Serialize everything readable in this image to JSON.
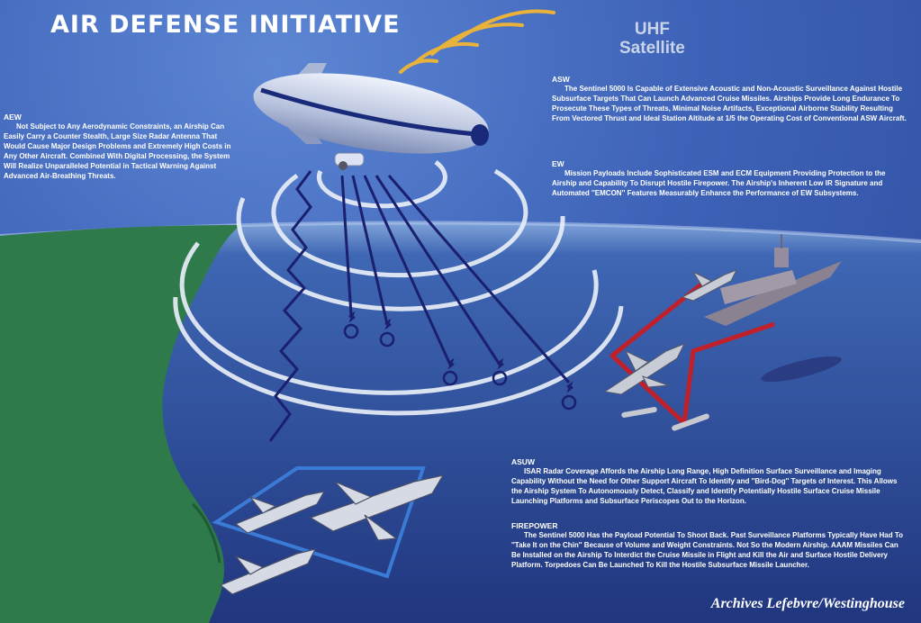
{
  "title": "AIR DEFENSE INITIATIVE",
  "satellite": {
    "line1": "UHF",
    "line2": "Satellite"
  },
  "sections": {
    "aew": {
      "heading": "AEW",
      "body": "Not Subject to Any Aerodynamic Constraints, an Airship Can Easily Carry a Counter Stealth, Large Size Radar Antenna That Would Cause Major Design Problems and Extremely High Costs in Any Other Aircraft. Combined With Digital Processing, the System Will Realize Unparalleled Potential in Tactical Warning Against Advanced Air-Breathing Threats."
    },
    "asw": {
      "heading": "ASW",
      "body": "The Sentinel 5000 Is Capable of Extensive Acoustic and Non-Acoustic Surveillance Against Hostile Subsurface Targets That Can Launch Advanced Cruise Missiles. Airships Provide Long Endurance To Prosecute These Types of Threats, Minimal Noise Artifacts, Exceptional Airborne Stability Resulting From Vectored Thrust and Ideal Station Altitude at 1/5 the Operating Cost of Conventional ASW Aircraft."
    },
    "ew": {
      "heading": "EW",
      "body": "Mission Payloads Include Sophisticated ESM and ECM Equipment Providing Protection to the Airship and Capability To Disrupt Hostile Firepower. The Airship's Inherent Low IR Signature and Automated ''EMCON'' Features Measurably Enhance the Performance of EW Subsystems."
    },
    "asuw": {
      "heading": "ASUW",
      "body": "ISAR Radar Coverage Affords the Airship Long Range, High Definition Surface Surveillance and Imaging Capability Without the Need for Other Support Aircraft To Identify and ''Bird-Dog'' Targets of Interest. This Allows the Airship System To Autonomously Detect, Classify and Identify Potentially Hostile Surface Cruise Missile Launching Platforms and Subsurface Periscopes Out to the Horizon."
    },
    "firepower": {
      "heading": "FIREPOWER",
      "body": "The Sentinel 5000 Has the Payload Potential To Shoot Back. Past Surveillance Platforms Typically Have Had To ''Take It on the Chin'' Because of Volume and Weight Constraints. Not So the Modern Airship. AAAM Missiles Can Be Installed on the Airship To Interdict the Cruise Missile in Flight and Kill the Air and Surface Hostile Delivery Platform. Torpedoes Can Be Launched To Kill the Hostile Subsurface Missile Launcher."
    }
  },
  "credit": "Archives Lefebvre/Westinghouse",
  "colors": {
    "sky": "#3e63b8",
    "land": "#2f7a4a",
    "signal_arcs": "#e9b23a",
    "radar_rings": "#ffffff",
    "engagement_path": "#c0202a",
    "jamming_zigzag": "#1a1f6e"
  }
}
